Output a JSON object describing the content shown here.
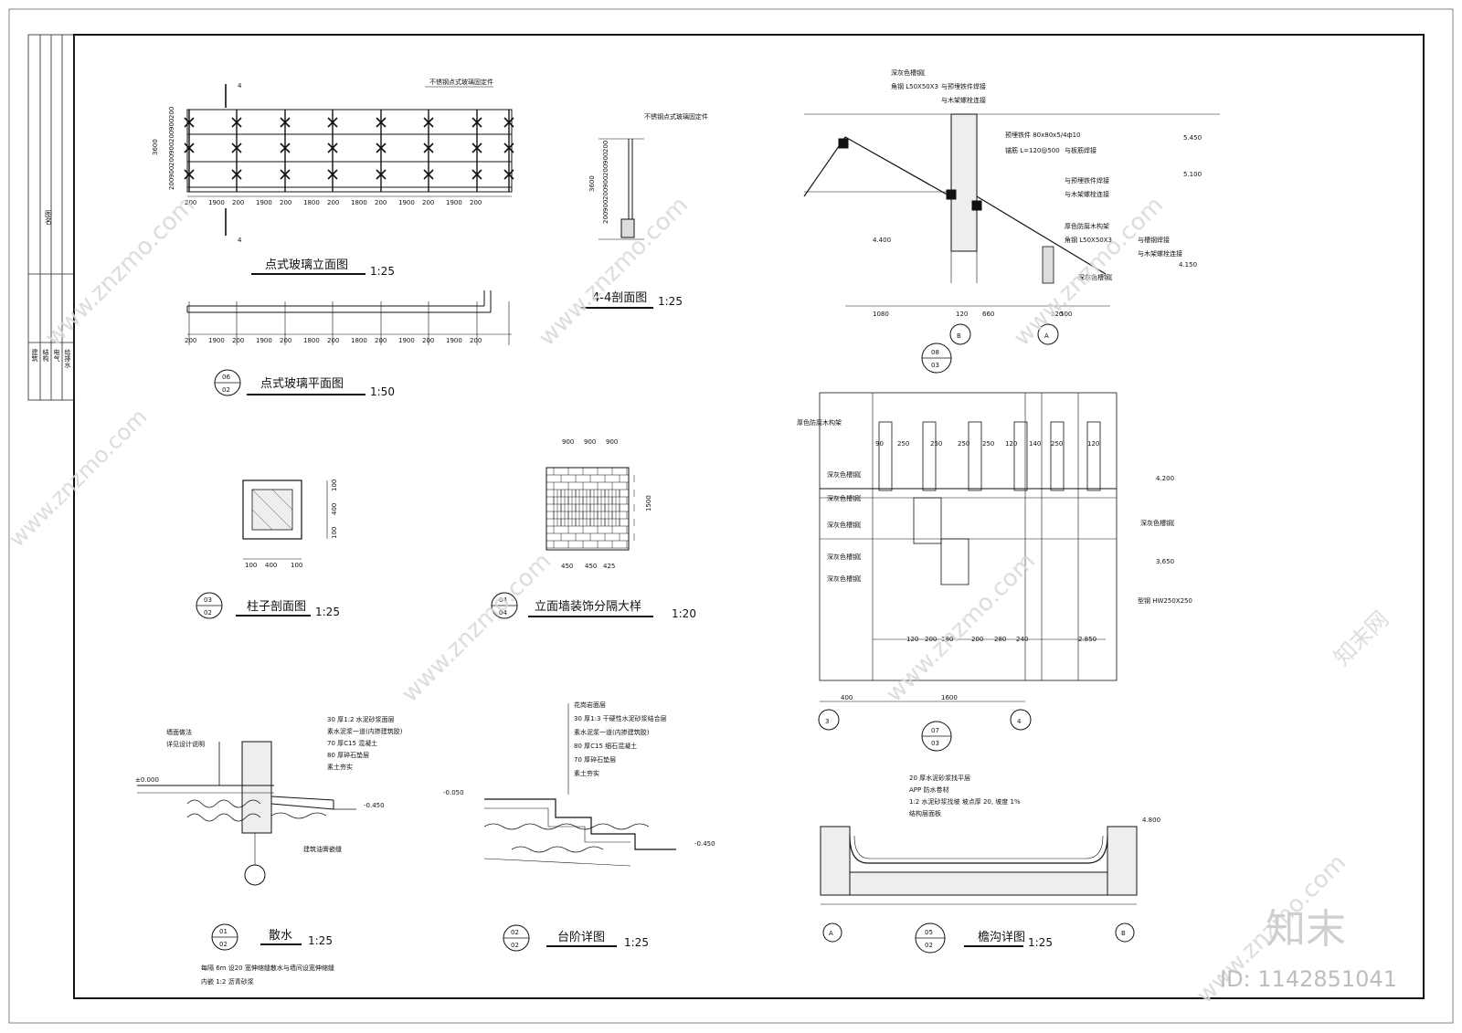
{
  "sheet": {
    "title_block_labels": [
      "建筑",
      "结构",
      "电气",
      "给排水"
    ],
    "title_block_top": "图名"
  },
  "views": {
    "elev": {
      "title": "点式玻璃立面图",
      "scale": "1:25",
      "note": "不锈钢点式玻璃固定件",
      "section_mark": "4"
    },
    "plan": {
      "title": "点式玻璃平面图",
      "scale": "1:50",
      "tag_top": "06",
      "tag_bottom": "02"
    },
    "sec44": {
      "title": "4-4剖面图",
      "scale": "1:25",
      "note": "不锈钢点式玻璃固定件"
    },
    "column": {
      "title": "柱子剖面图",
      "scale": "1:25",
      "tag_top": "03",
      "tag_bottom": "02"
    },
    "wall": {
      "title": "立面墙装饰分隔大样",
      "scale": "1:20",
      "tag_top": "04",
      "tag_bottom": "04"
    },
    "apron": {
      "title": "散水",
      "scale": "1:25",
      "tag_top": "01",
      "tag_bottom": "02",
      "layers": [
        "30 厚1:2 水泥砂浆面层",
        "素水泥浆一道(内掺建筑胶)",
        "70 厚C15 混凝土",
        "80 厚碎石垫层",
        "素土夯实"
      ],
      "side_notes": [
        "墙面做法",
        "详见设计说明"
      ],
      "joint": "建筑油膏嵌缝",
      "foot1": "每隔 6m 设20 宽伸缩缝散水与墙间设宽伸缩缝",
      "foot2": "内嵌 1:2 沥青砂浆"
    },
    "step": {
      "title": "台阶详图",
      "scale": "1:25",
      "tag_top": "02",
      "tag_bottom": "02",
      "layers": [
        "花岗岩面层",
        "30 厚1:3 干硬性水泥砂浆结合层",
        "素水泥浆一道(内掺建筑胶)",
        "80 厚C15 细石混凝土",
        "70 厚碎石垫层",
        "素土夯实"
      ]
    },
    "canopy_sec": {
      "tag_top": "08",
      "tag_bottom": "03",
      "labels": [
        "深灰色槽钢[",
        "角钢 L50X50X3",
        "与预埋铁件焊接",
        "与木架螺栓连接",
        "预埋铁件 80x80x5/4ф10",
        "锚筋 L=120@500",
        "与板筋焊接",
        "与预埋铁件焊接",
        "与木架螺栓连接",
        "厚色防腐木构架",
        "角钢 L50X50X3",
        "与槽钢焊接",
        "与木架螺栓连接",
        "深灰色槽钢["
      ]
    },
    "canopy_elev": {
      "tag_top": "07",
      "tag_bottom": "03",
      "labels": [
        "厚色防腐木构架",
        "深灰色槽钢[",
        "深灰色槽钢[",
        "深灰色槽钢[",
        "深灰色槽钢[",
        "深灰色槽钢[",
        "深灰色槽钢[",
        "型钢 HW250X250"
      ]
    },
    "gutter": {
      "title": "檐沟详图",
      "scale": "1:25",
      "tag_top": "05",
      "tag_bottom": "02",
      "layers": [
        "20 厚水泥砂浆找平层",
        "APP 防水卷材",
        "1:2 水泥砂浆找坡 坡点厚 20, 坡度 1%",
        "结构层面板"
      ]
    }
  },
  "dims": {
    "elev_bottom": [
      "200",
      "1900",
      "200",
      "1900",
      "200",
      "1800",
      "200",
      "1800",
      "200",
      "1900",
      "200",
      "1900",
      "200"
    ],
    "elev_left": [
      "200",
      "900",
      "200",
      "900",
      "200",
      "900",
      "200"
    ],
    "elev_total": "3600",
    "col": [
      "100",
      "400",
      "100"
    ],
    "wall_top": [
      "900",
      "900",
      "900"
    ],
    "wall_bottom": [
      "450",
      "450",
      "425"
    ],
    "wall_side": "1500",
    "canopy_bottom": [
      "1080",
      "120",
      "660",
      "120",
      "500"
    ],
    "canopy_elev_top": [
      "90",
      "250",
      "250",
      "250",
      "250",
      "120",
      "140",
      "250",
      "120"
    ],
    "canopy_elev_bottom": [
      "120",
      "200",
      "180",
      "200",
      "280",
      "240"
    ],
    "canopy_elev_axis": [
      "400",
      "1600"
    ],
    "levels": {
      "l5450": "5.450",
      "l5100": "5.100",
      "l4400": "4.400",
      "l4150": "4.150",
      "l4200": "4.200",
      "l3650": "3.650",
      "l2850": "2.850",
      "l4800": "4.800",
      "l0": "±0.000",
      "lm450": "-0.450",
      "lm050": "-0.050"
    },
    "grid": [
      "A",
      "B",
      "3",
      "4",
      "A",
      "B"
    ]
  },
  "watermark": {
    "brand": "知末",
    "id": "ID: 1142851041",
    "site": "www.znzmo.com",
    "cn": "知末网"
  }
}
